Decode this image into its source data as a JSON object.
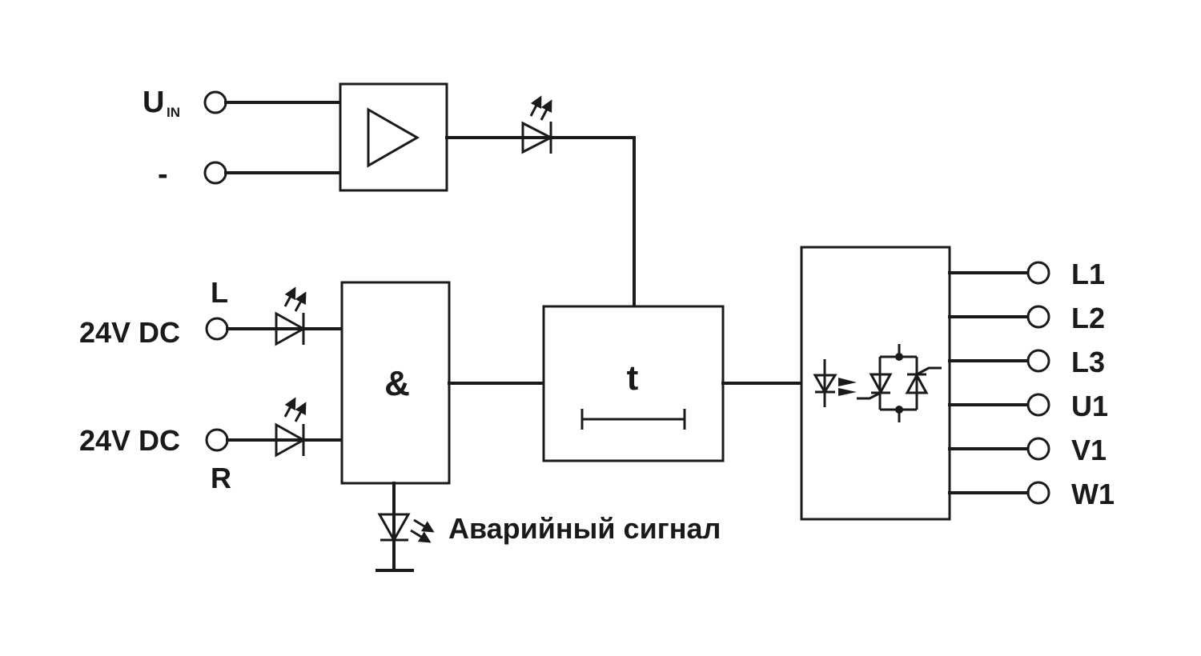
{
  "diagram": {
    "title": "Block diagram",
    "inputs": {
      "uin": {
        "label_main": "U",
        "label_sub": "IN"
      },
      "minus": {
        "label": "-"
      },
      "left_supply": {
        "voltage": "24V DC",
        "side": "L"
      },
      "right_supply": {
        "voltage": "24V DC",
        "side": "R"
      }
    },
    "blocks": {
      "amplifier": {
        "name": "amplifier",
        "symbol": "triangle"
      },
      "and_gate": {
        "name": "and-gate",
        "symbol": "&"
      },
      "timer": {
        "name": "timer",
        "symbol": "t"
      },
      "output_stage": {
        "name": "optocoupler-thyristor-output",
        "symbol": "optotriac"
      }
    },
    "indicators": {
      "signal_led": "led-icon",
      "left_led": "led-icon",
      "right_led": "led-icon",
      "alarm_led": "led-icon"
    },
    "alarm": {
      "label": "Аварийный сигнал"
    },
    "outputs": [
      {
        "label": "L1"
      },
      {
        "label": "L2"
      },
      {
        "label": "L3"
      },
      {
        "label": "U1"
      },
      {
        "label": "V1"
      },
      {
        "label": "W1"
      }
    ]
  }
}
